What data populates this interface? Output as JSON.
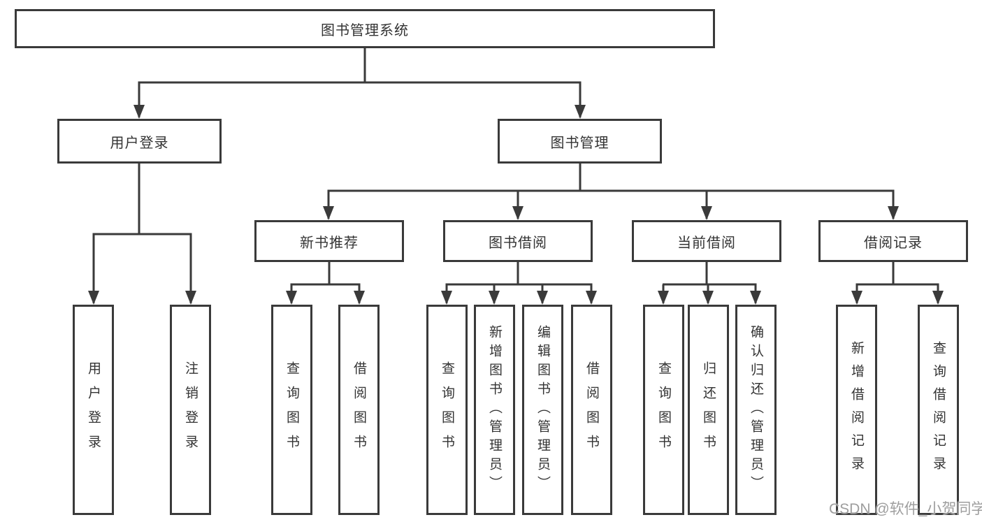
{
  "diagram": {
    "root": {
      "label": "图书管理系统"
    },
    "level2": [
      {
        "label": "用户登录"
      },
      {
        "label": "图书管理"
      }
    ],
    "level3": [
      {
        "label": "新书推荐"
      },
      {
        "label": "图书借阅"
      },
      {
        "label": "当前借阅"
      },
      {
        "label": "借阅记录"
      }
    ],
    "leaves": [
      {
        "label": "用户登录",
        "parent": "用户登录"
      },
      {
        "label": "注销登录",
        "parent": "用户登录"
      },
      {
        "label": "查询图书",
        "parent": "新书推荐"
      },
      {
        "label": "借阅图书",
        "parent": "新书推荐"
      },
      {
        "label": "查询图书",
        "parent": "图书借阅"
      },
      {
        "label": "新增图书（管理员）",
        "parent": "图书借阅"
      },
      {
        "label": "编辑图书（管理员）",
        "parent": "图书借阅"
      },
      {
        "label": "借阅图书",
        "parent": "图书借阅"
      },
      {
        "label": "查询图书",
        "parent": "当前借阅"
      },
      {
        "label": "归还图书",
        "parent": "当前借阅"
      },
      {
        "label": "确认归还（管理员）",
        "parent": "当前借阅"
      },
      {
        "label": "新增借阅记录",
        "parent": "借阅记录"
      },
      {
        "label": "查询借阅记录",
        "parent": "借阅记录"
      }
    ],
    "colors": {
      "line": "#3a3a3a",
      "border": "#3a3a3a",
      "text": "#333333",
      "background": "#ffffff",
      "watermark": "#9e9e9e"
    }
  },
  "watermark": {
    "text": "CSDN @软件_小贺同学"
  }
}
